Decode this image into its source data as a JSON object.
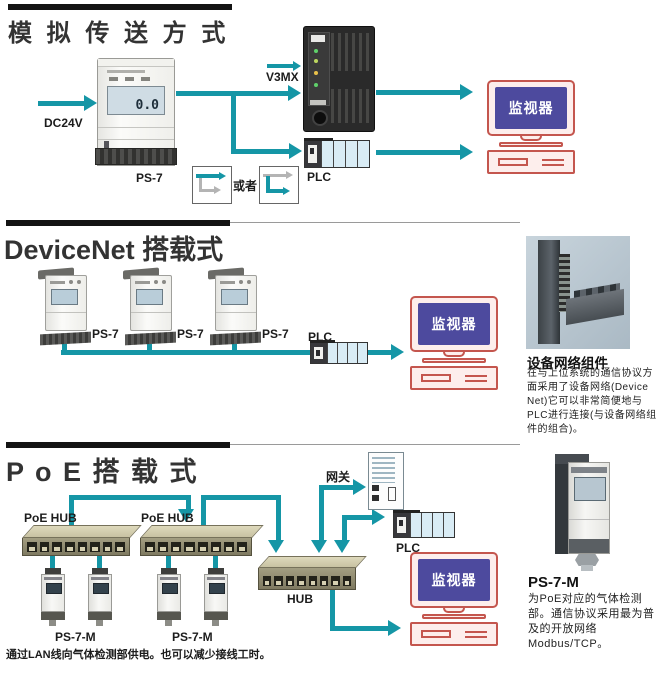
{
  "colors": {
    "arrow": "#1596a6",
    "monitor_screen": "#4d4a9e",
    "monitor_frame": "#c4564e"
  },
  "analog": {
    "title": "模 拟 传 送 方 式",
    "dc24v": "DC24V",
    "ps7_label": "PS-7",
    "lcd_value": "0.0",
    "v3mx_label": "V3MX",
    "plc_label": "PLC",
    "or_text": "或者",
    "monitor_text": "监视器"
  },
  "devicenet": {
    "title": "DeviceNet 搭载式",
    "ps7_labels": [
      "PS-7",
      "PS-7",
      "PS-7"
    ],
    "plc_label": "PLC",
    "monitor_text": "监视器",
    "sidebar_title": "设备网络组件",
    "sidebar_text": "在与上位系统的通信协议方面采用了设备网络(Device Net)它可以非常简便地与PLC进行连接(与设备网络组件的组合)。"
  },
  "poe": {
    "title": "P o E 搭 载 式",
    "gateway_label": "网关",
    "plc_label": "PLC",
    "poe_hub_labels": [
      "PoE HUB",
      "PoE HUB"
    ],
    "hub_label": "HUB",
    "ps7m_labels": [
      "PS-7-M",
      "PS-7-M"
    ],
    "monitor_text": "监视器",
    "sidebar_title": "PS-7-M",
    "sidebar_text": "为PoE对应的气体检测部。通信协议采用最为普及的开放网络Modbus/TCP。",
    "footnote": "通过LAN线向气体检测部供电。也可以减少接线工时。"
  }
}
